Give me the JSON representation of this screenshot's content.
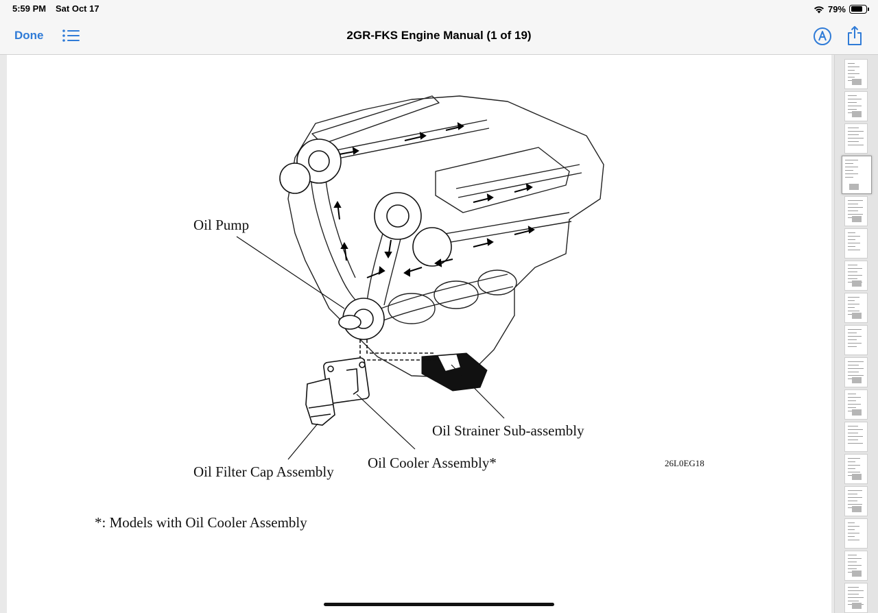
{
  "status_bar": {
    "time": "5:59 PM",
    "date": "Sat Oct 17",
    "battery_percent": "79%",
    "battery_level": 0.79,
    "icons": [
      "wifi-icon",
      "battery-icon"
    ]
  },
  "nav_bar": {
    "done_label": "Done",
    "title": "2GR-FKS Engine Manual (1 of 19)",
    "icons": [
      "list-icon",
      "markup-icon",
      "share-icon"
    ],
    "accent_color": "#2f7bd7"
  },
  "document": {
    "callouts": {
      "oil_pump": "Oil Pump",
      "oil_strainer": "Oil Strainer Sub-assembly",
      "oil_cooler": "Oil Cooler Assembly*",
      "oil_filter_cap": "Oil Filter Cap Assembly"
    },
    "figure_code": "26L0EG18",
    "footnote": "*: Models with Oil Cooler Assembly"
  },
  "thumbnails": {
    "page_count": 17,
    "current_index": 3
  }
}
